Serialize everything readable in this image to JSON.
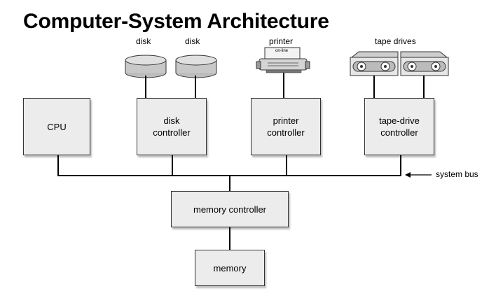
{
  "title": "Computer-System Architecture",
  "devices": {
    "disk_1": "disk",
    "disk_2": "disk",
    "printer": "printer",
    "printer_panel": "on-line",
    "tape_drives": "tape drives"
  },
  "components": {
    "cpu": "CPU",
    "disk_controller_1": "disk",
    "disk_controller_2": "controller",
    "printer_controller_1": "printer",
    "printer_controller_2": "controller",
    "tape_controller_1": "tape-drive",
    "tape_controller_2": "controller",
    "memory_controller": "memory controller",
    "memory": "memory"
  },
  "bus": {
    "label": "system bus"
  },
  "colors": {
    "box_fill": "#ececec",
    "line": "#000000",
    "disk_fill": "#c8c8c8"
  }
}
